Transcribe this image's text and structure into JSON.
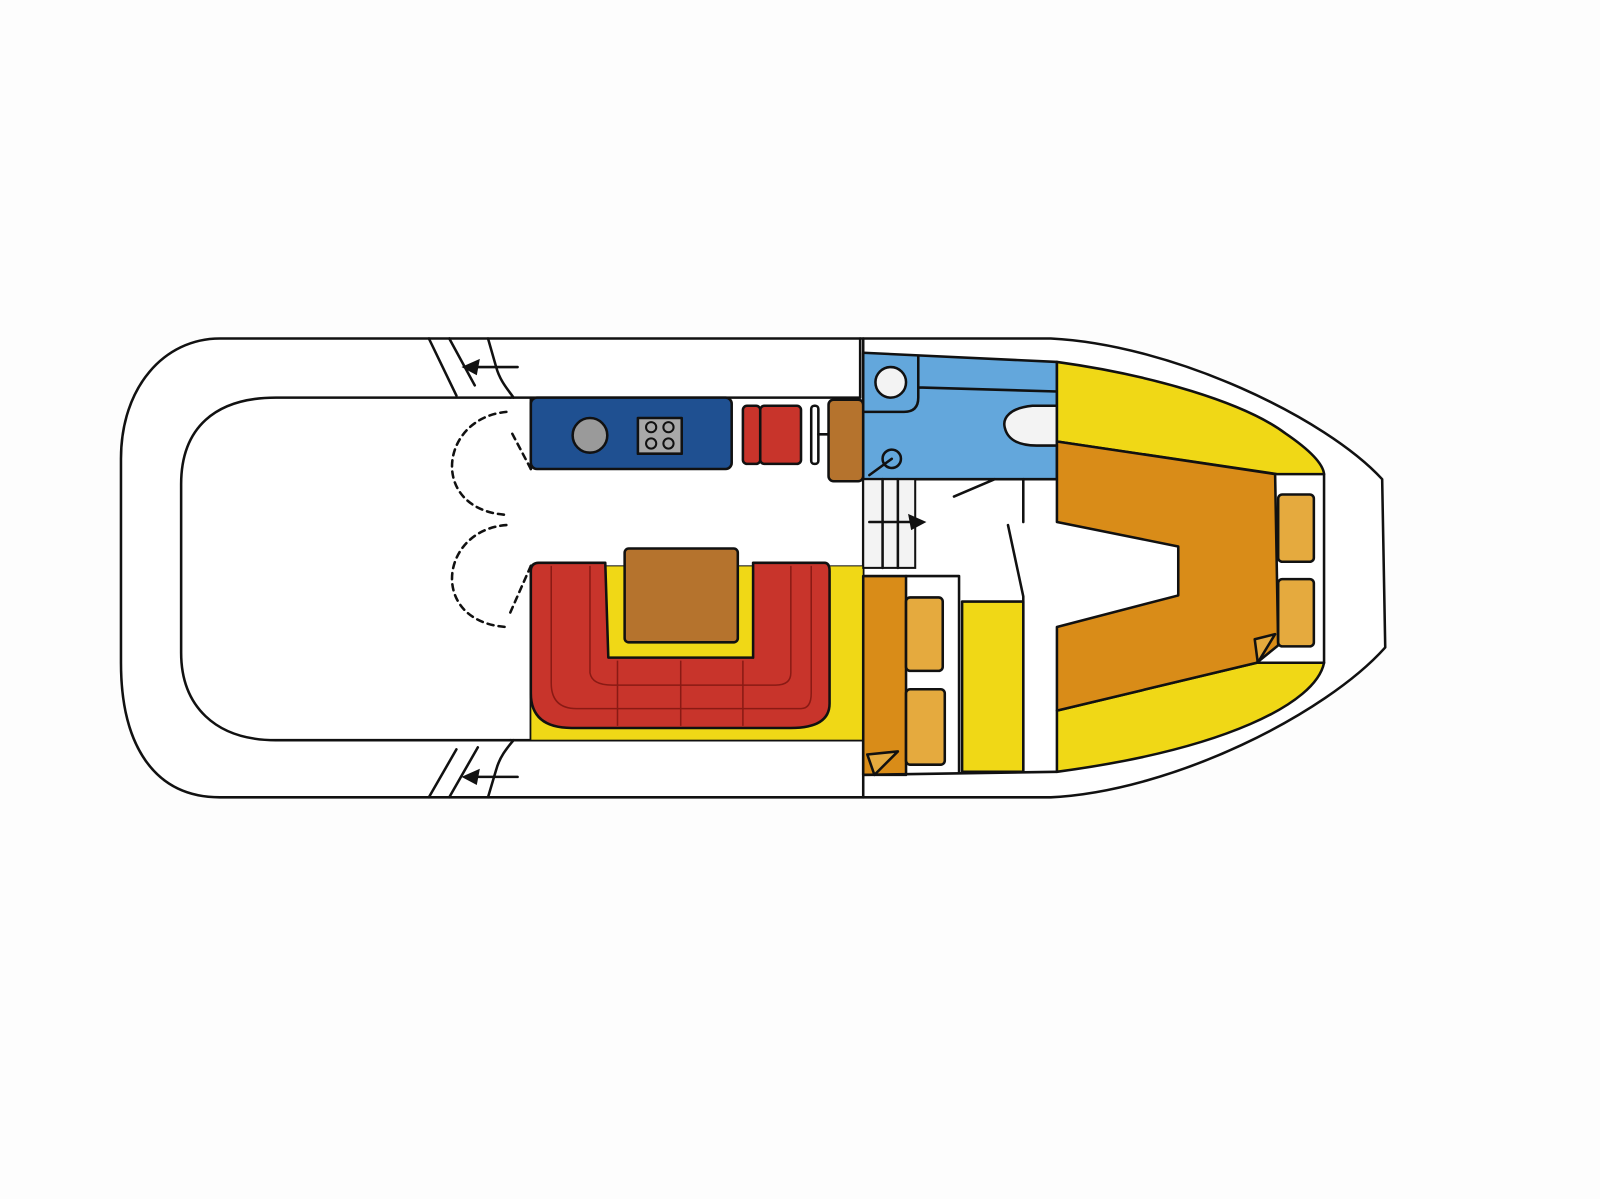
{
  "diagram": {
    "kind": "boat-deck-plan",
    "colors": {
      "background": "#fdfdfd",
      "outline": "#111111",
      "galley": "#1f5091",
      "sink": "#9a9a9a",
      "hob": "#a8a8a8",
      "seat_red": "#c8342b",
      "wood": "#b5732d",
      "head": "#63a7dc",
      "fixture": "#f3f3f3",
      "berth_yellow": "#f0d816",
      "berth_orange": "#d98c18",
      "cushion": "#e5aa3e"
    },
    "areas": [
      "aft-cockpit",
      "galley",
      "dinette",
      "helm-seat",
      "bathroom",
      "companionway-steps",
      "aft-cabin",
      "forward-v-berth-cabin"
    ]
  }
}
